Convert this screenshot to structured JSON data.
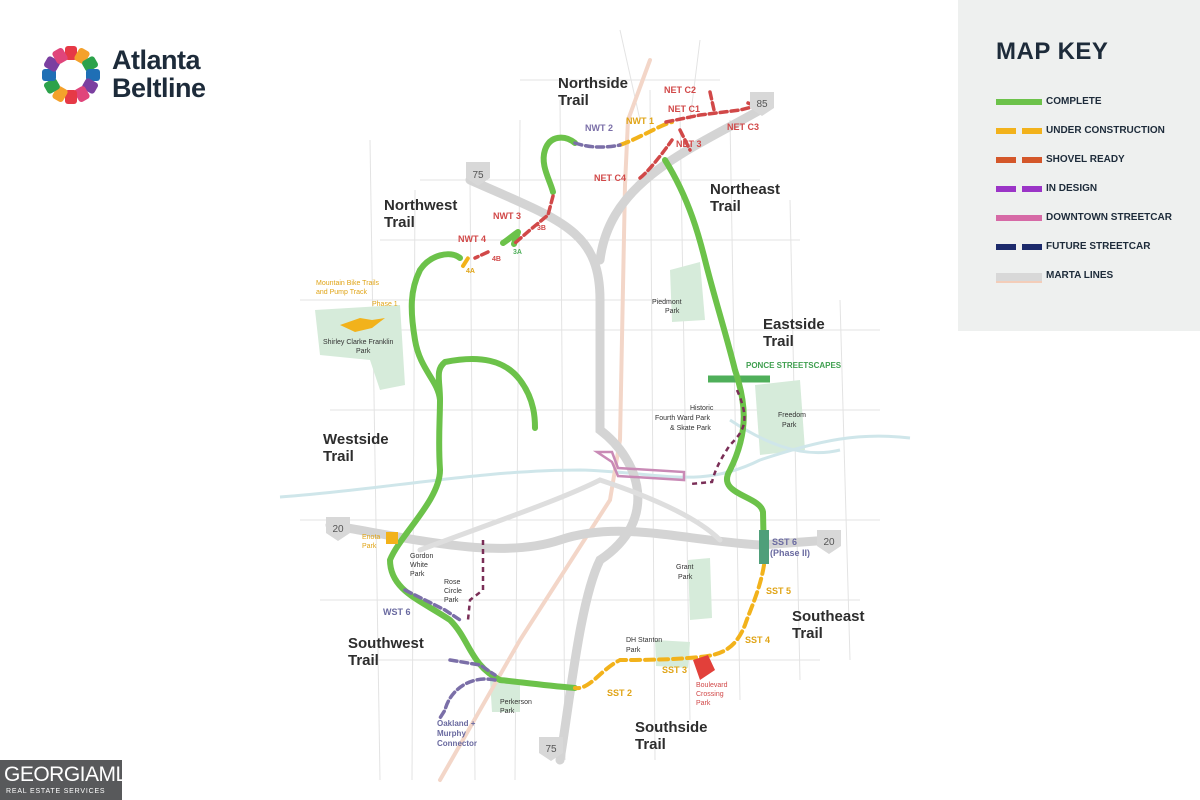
{
  "logo": {
    "line1": "Atlanta",
    "line2": "Beltline",
    "colors": [
      "#e63946",
      "#f4a12b",
      "#2ca24b",
      "#1f6fb5",
      "#7b3fa0",
      "#e0457b"
    ]
  },
  "key": {
    "title": "MAP KEY",
    "items": [
      {
        "label": "COMPLETE",
        "color": "#6cc24a",
        "style": "solid"
      },
      {
        "label": "UNDER CONSTRUCTION",
        "color": "#f2b21b",
        "style": "dashed"
      },
      {
        "label": "SHOVEL READY",
        "color": "#d4572a",
        "style": "dashed"
      },
      {
        "label": "IN DESIGN",
        "color": "#9b35c7",
        "style": "dashed"
      },
      {
        "label": "DOWNTOWN STREETCAR",
        "color": "#d66aa6",
        "style": "solid"
      },
      {
        "label": "FUTURE STREETCAR",
        "color": "#1c2a6b",
        "style": "dashed"
      },
      {
        "label": "MARTA LINES",
        "color": "#d8d8d8",
        "style": "solid"
      }
    ]
  },
  "trails": {
    "northside": [
      "Northside",
      "Trail"
    ],
    "northwest": [
      "Northwest",
      "Trail"
    ],
    "northeast": [
      "Northeast",
      "Trail"
    ],
    "eastside": [
      "Eastside",
      "Trail"
    ],
    "westside": [
      "Westside",
      "Trail"
    ],
    "southwest": [
      "Southwest",
      "Trail"
    ],
    "southeast": [
      "Southeast",
      "Trail"
    ],
    "southside": [
      "Southside",
      "Trail"
    ]
  },
  "segments": {
    "nwt2": "NWT 2",
    "nwt1": "NWT 1",
    "netc2": "NET C2",
    "netc1": "NET C1",
    "netc3": "NET C3",
    "net3": "NET 3",
    "netc4": "NET C4",
    "nwt3": "NWT 3",
    "nwt4": "NWT 4",
    "s3b": "3B",
    "s3a": "3A",
    "s4b": "4B",
    "s4a": "4A",
    "sst6": "SST 6",
    "sst6phase": "(Phase II)",
    "sst5": "SST 5",
    "sst4": "SST 4",
    "sst3": "SST 3",
    "sst2": "SST 2",
    "wst6": "WST 6"
  },
  "places": {
    "mtb1": "Mountain Bike Trails",
    "mtb2": "and Pump Track",
    "phase1": "Phase 1",
    "shirley1": "Shirley Clarke Franklin",
    "shirley2": "Park",
    "piedmont1": "Piedmont",
    "piedmont2": "Park",
    "ponce": "PONCE STREETSCAPES",
    "fourth1": "Historic",
    "fourth2": "Fourth Ward Park",
    "fourth3": "& Skate Park",
    "freedom1": "Freedom",
    "freedom2": "Park",
    "enota1": "Enota",
    "enota2": "Park",
    "gordon1": "Gordon",
    "gordon2": "White",
    "gordon3": "Park",
    "rose1": "Rose",
    "rose2": "Circle",
    "rose3": "Park",
    "grant1": "Grant",
    "grant2": "Park",
    "dh1": "DH Stanton",
    "dh2": "Park",
    "blvd1": "Boulevard",
    "blvd2": "Crossing",
    "blvd3": "Park",
    "perk1": "Perkerson",
    "perk2": "Park",
    "oak1": "Oakland +",
    "oak2": "Murphy",
    "oak3": "Connector"
  },
  "highways": {
    "i75n": "75",
    "i85": "85",
    "i20w": "20",
    "i20e": "20",
    "i75s": "75"
  },
  "badge": {
    "main": "GEORGIAMLS",
    "sub": "REAL ESTATE SERVICES"
  }
}
